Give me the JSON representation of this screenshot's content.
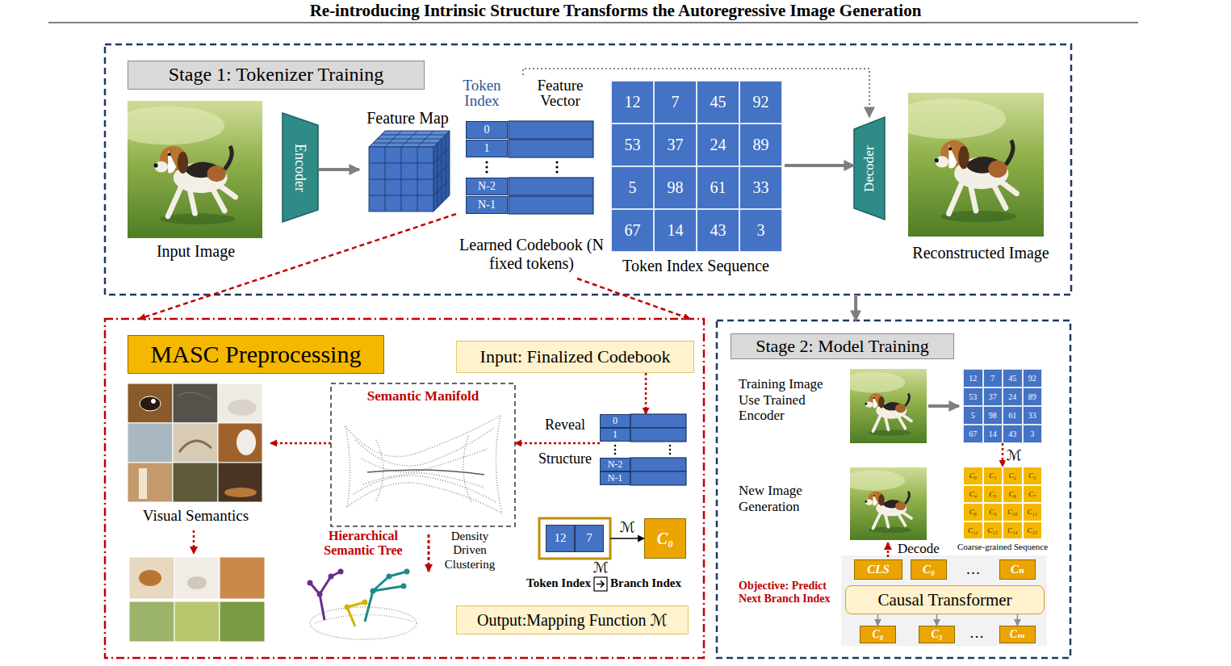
{
  "diagram": {
    "title": "Re-introducing Intrinsic Structure Transforms the Autoregressive Image Generation",
    "nodes": [
      {
        "text": [
          "Stage 1: Tokenizer Training"
        ]
      },
      {
        "text": [
          "Input Image"
        ],
        "in": 0
      },
      {
        "text": [
          "Encoder"
        ],
        "in": 0
      },
      {
        "text": [
          "Feature Map"
        ],
        "in": 0
      },
      {
        "text": [
          "Token Index",
          "Feature Vector",
          "0",
          "1",
          "N-2",
          "N-1",
          "Learned Codebook (N fixed tokens)"
        ],
        "in": 0
      },
      {
        "text": [
          "12",
          "7",
          "45",
          "92",
          "53",
          "37",
          "24",
          "89",
          "5",
          "98",
          "61",
          "33",
          "67",
          "14",
          "43",
          "3",
          "Token Index Sequence"
        ],
        "in": 0
      },
      {
        "text": [
          "Decoder"
        ],
        "in": 0
      },
      {
        "text": [
          "Reconstructed Image"
        ],
        "in": 0
      },
      {
        "text": [
          "MASC Preprocessing"
        ]
      },
      {
        "text": [
          "Input: Finalized Codebook"
        ],
        "in": 8
      },
      {
        "text": [
          "0",
          "1",
          "N-2",
          "N-1"
        ],
        "in": 8
      },
      {
        "text": [
          "Semantic Manifold"
        ],
        "in": 8
      },
      {
        "text": [
          "Visual Semantics"
        ],
        "in": 8
      },
      {
        "text": [
          "Hierarchical Semantic Tree"
        ],
        "in": 8
      },
      {
        "text": [
          "12",
          "7"
        ],
        "in": 8
      },
      {
        "text": [
          "C₀"
        ],
        "in": 8
      },
      {
        "text": [
          "Output:Mapping Function ℳ"
        ],
        "in": 8
      },
      {
        "text": [
          "Stage 2: Model Training"
        ]
      },
      {
        "text": [
          "12",
          "7",
          "45",
          "92",
          "53",
          "37",
          "24",
          "89",
          "5",
          "98",
          "61",
          "33",
          "67",
          "14",
          "43",
          "3"
        ],
        "in": 17
      },
      {
        "text": [
          "C₀",
          "C₁",
          "C₂",
          "C₃",
          "C₄",
          "C₅",
          "C₆",
          "C₇",
          "C₈",
          "C₉",
          "C₁₀",
          "C₁₁",
          "C₁₂",
          "C₁₃",
          "C₁₄",
          "C₁₅",
          "Coarse-grained Sequence"
        ],
        "in": 17
      },
      {
        "text": [
          "CLS"
        ],
        "in": 17
      },
      {
        "text": [
          "C₀"
        ],
        "in": 17
      },
      {
        "text": [
          "Cₙ"
        ],
        "in": 17
      },
      {
        "text": [
          "Causal Transformer"
        ],
        "in": 17
      },
      {
        "text": [
          "C₈"
        ],
        "in": 17
      },
      {
        "text": [
          "C₃"
        ],
        "in": 17
      },
      {
        "text": [
          "Cₘ"
        ],
        "in": 17
      }
    ],
    "edges": [
      {
        "from": 2,
        "to": 3,
        "arrow": "to"
      },
      {
        "from": 5,
        "to": 6,
        "arrow": "to"
      },
      {
        "from": 4,
        "to": 6,
        "arrow": "to"
      },
      {
        "from": 4,
        "to": 8,
        "arrow": "to"
      },
      {
        "from": 4,
        "to": 8,
        "arrow": "to"
      },
      {
        "from": 0,
        "to": 17,
        "arrow": "to"
      },
      {
        "from": 9,
        "to": 10,
        "arrow": "to"
      },
      {
        "from": 10,
        "to": 11,
        "arrow": "to"
      },
      {
        "from": 11,
        "to": 12,
        "arrow": "to"
      },
      {
        "from": 14,
        "to": 15,
        "label": "ℳ",
        "arrow": "to"
      },
      {
        "from": 18,
        "to": 19,
        "label": "ℳ",
        "arrow": "to"
      },
      {
        "from": 23,
        "to": 24,
        "arrow": "to"
      },
      {
        "from": 23,
        "to": 25,
        "arrow": "to"
      },
      {
        "from": 23,
        "to": 26,
        "arrow": "to"
      }
    ],
    "labels": [
      "Reveal",
      "Structure",
      "Density Driven Clustering",
      "ℳ",
      "Token Index",
      "Branch Index",
      "Training Image Use Trained Encoder",
      "New Image Generation",
      "Decode",
      "…",
      "…",
      "Objective: Predict Next Branch Index"
    ]
  }
}
